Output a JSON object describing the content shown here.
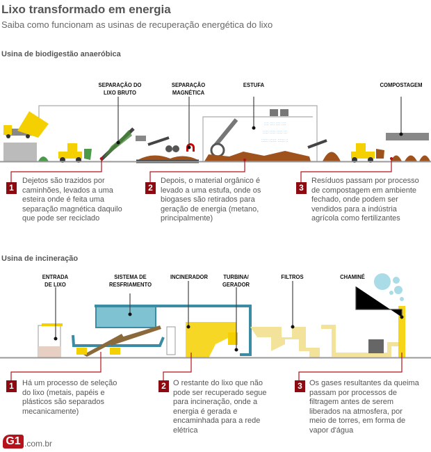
{
  "header": {
    "title": "Lixo transformado em energia",
    "subtitle": "Saiba como funcionam as usinas de recuperação energética do lixo"
  },
  "biodigestion": {
    "title": "Usina de biodigestão anaeróbica",
    "labels": [
      "SEPARAÇÃO DO\nLIXO BRUTO",
      "SEPARAÇÃO\nMAGNÉTICA",
      "ESTUFA",
      "COMPOSTAGEM"
    ],
    "steps": [
      {
        "number": "1",
        "text": "Dejetos são trazidos por caminhões, levados a uma esteira onde é feita uma separação magnética daquilo que pode ser reciclado"
      },
      {
        "number": "2",
        "text": "Depois, o material orgânico é levado a uma estufa, onde os biogases são retirados para geração de energia (metano, principalmente)"
      },
      {
        "number": "3",
        "text": "Resíduos passam por processo de compostagem em ambiente fechado, onde podem ser vendidos para a indústria agrícola como fertilizantes"
      }
    ]
  },
  "incineration": {
    "title": "Usina de incineração",
    "labels": [
      "ENTRADA\nDE LIXO",
      "SISTEMA DE\nRESFRIAMENTO",
      "INCINERADOR",
      "TURBINA/\nGERADOR",
      "FILTROS",
      "CHAMINÉ"
    ],
    "steps": [
      {
        "number": "1",
        "text": "Há um processo de seleção do lixo (metais, papéis e plásticos são separados mecanicamente)"
      },
      {
        "number": "2",
        "text": "O restante do lixo que não pode ser recuperado segue para incineração, onde a energia é gerada e encaminhada para a rede elétrica"
      },
      {
        "number": "3",
        "text": "Os gases resultantes da queima passam por processos de filtragem antes de serem liberados na atmosfera, por meio de torres, em forma de vapor d'água"
      }
    ]
  },
  "footer": {
    "logo": "G1",
    "domain": ".com.br"
  },
  "colors": {
    "accent": "#8b0b10",
    "yellow": "#f5d000",
    "soil": "#a0521d",
    "teal": "#3a8ba3",
    "lightyellow": "#f3e39a"
  }
}
